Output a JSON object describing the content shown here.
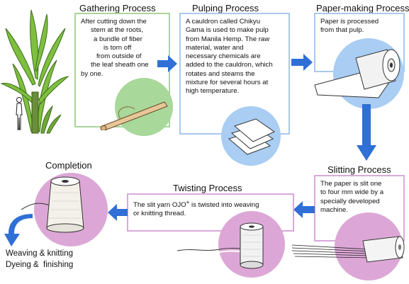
{
  "stages": {
    "gathering": {
      "title": "Gathering Process",
      "lines": [
        "After cutting down the",
        "stem at the roots,",
        "a bundle of fiber",
        "is torn off",
        "from outside of",
        "the leaf sheath one",
        "by one."
      ]
    },
    "pulping": {
      "title": "Pulping Process",
      "lines": [
        "A cauldron called Chikyu",
        "Gama is used to make pulp",
        "from Manila Hemp. The raw",
        "material, water and",
        "necessary chemicals are",
        "added to the cauldron, which",
        "rotates and steams the",
        "mixture for several hours at",
        "high temperature."
      ]
    },
    "papermaking": {
      "title": "Paper-making Process",
      "lines": [
        "Paper is processed",
        "from that pulp."
      ]
    },
    "slitting": {
      "title": "Slitting Process",
      "lines": [
        "The paper is slit one",
        "to four mm wide by a",
        "specially developed",
        "machine."
      ]
    },
    "twisting": {
      "title": "Twisting Process",
      "line1_prefix": "The slit yarn OJO",
      "line1_sup": "+",
      "line1_suffix": " is twisted into weaving",
      "line2": "or knitting thread."
    },
    "completion": {
      "title": "Completion",
      "outputs": [
        "Weaving & knitting",
        "Dyeing &  finishing"
      ]
    }
  },
  "colors": {
    "green_border": "#a9d59b",
    "green_circle": "#a8d89a",
    "blue_border": "#a9c9ef",
    "blue_circle": "#a9cdf3",
    "pink_border": "#d9a9d9",
    "pink_circle": "#dca7d6",
    "arrow": "#2f6fd6"
  }
}
